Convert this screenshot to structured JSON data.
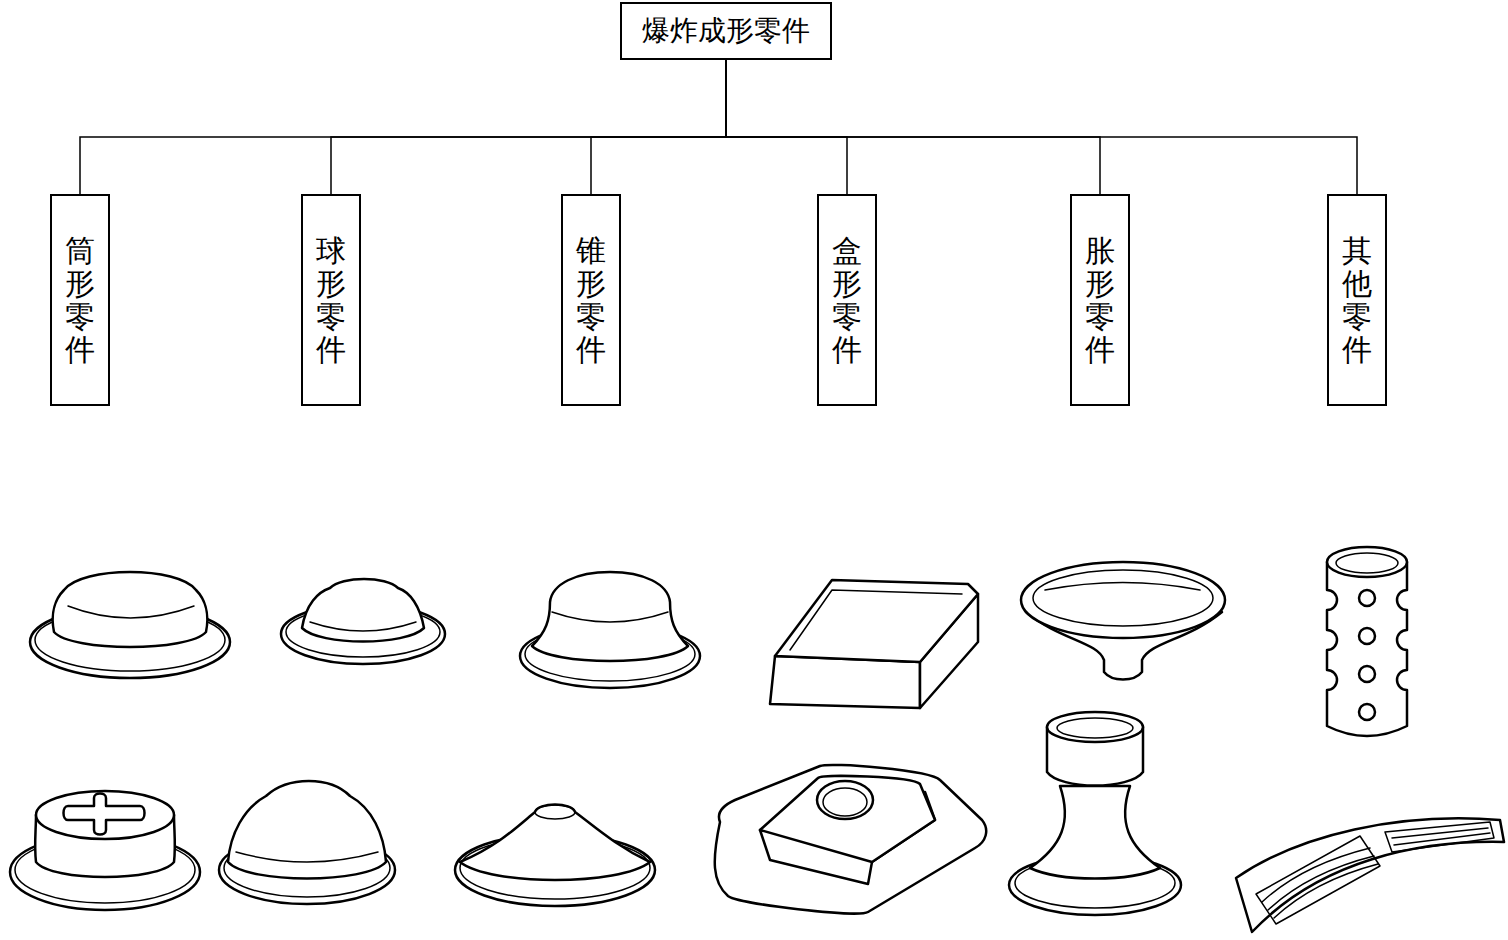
{
  "diagram": {
    "nodes": [
      {
        "text": [
          "爆炸成形零件"
        ]
      },
      {
        "text": [
          "筒形零件"
        ]
      },
      {
        "text": [
          "球形零件"
        ]
      },
      {
        "text": [
          "锥形零件"
        ]
      },
      {
        "text": [
          "盒形零件"
        ]
      },
      {
        "text": [
          "胀形零件"
        ]
      },
      {
        "text": [
          "其他零件"
        ]
      }
    ],
    "edges": [
      {
        "from": 0,
        "to": 1,
        "arrow": "none"
      },
      {
        "from": 0,
        "to": 2,
        "arrow": "none"
      },
      {
        "from": 0,
        "to": 3,
        "arrow": "none"
      },
      {
        "from": 0,
        "to": 4,
        "arrow": "none"
      },
      {
        "from": 0,
        "to": 5,
        "arrow": "none"
      },
      {
        "from": 0,
        "to": 6,
        "arrow": "none"
      }
    ]
  }
}
